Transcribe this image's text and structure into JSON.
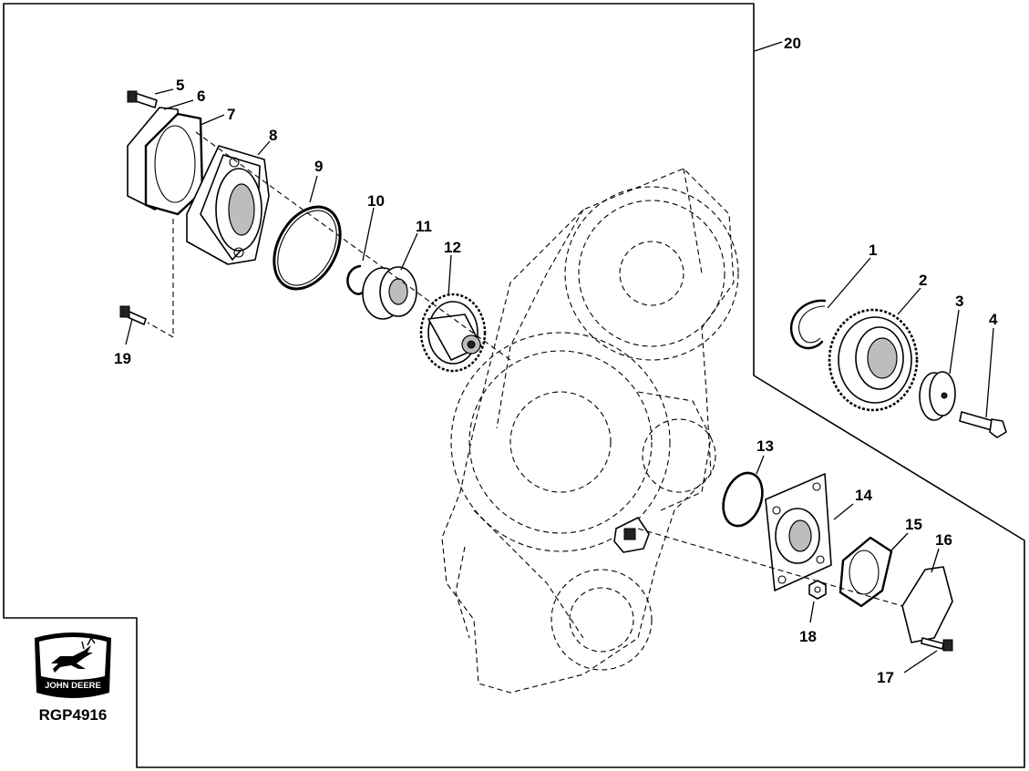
{
  "callouts": {
    "c1": "1",
    "c2": "2",
    "c3": "3",
    "c4": "4",
    "c5": "5",
    "c6": "6",
    "c7": "7",
    "c8": "8",
    "c9": "9",
    "c10": "10",
    "c11": "11",
    "c12": "12",
    "c13": "13",
    "c14": "14",
    "c15": "15",
    "c16": "16",
    "c17": "17",
    "c18": "18",
    "c19": "19",
    "c20": "20"
  },
  "logo": {
    "brand": "JOHN DEERE"
  },
  "figure_id": "RGP4916",
  "colors": {
    "ink": "#000000",
    "paper": "#ffffff"
  }
}
